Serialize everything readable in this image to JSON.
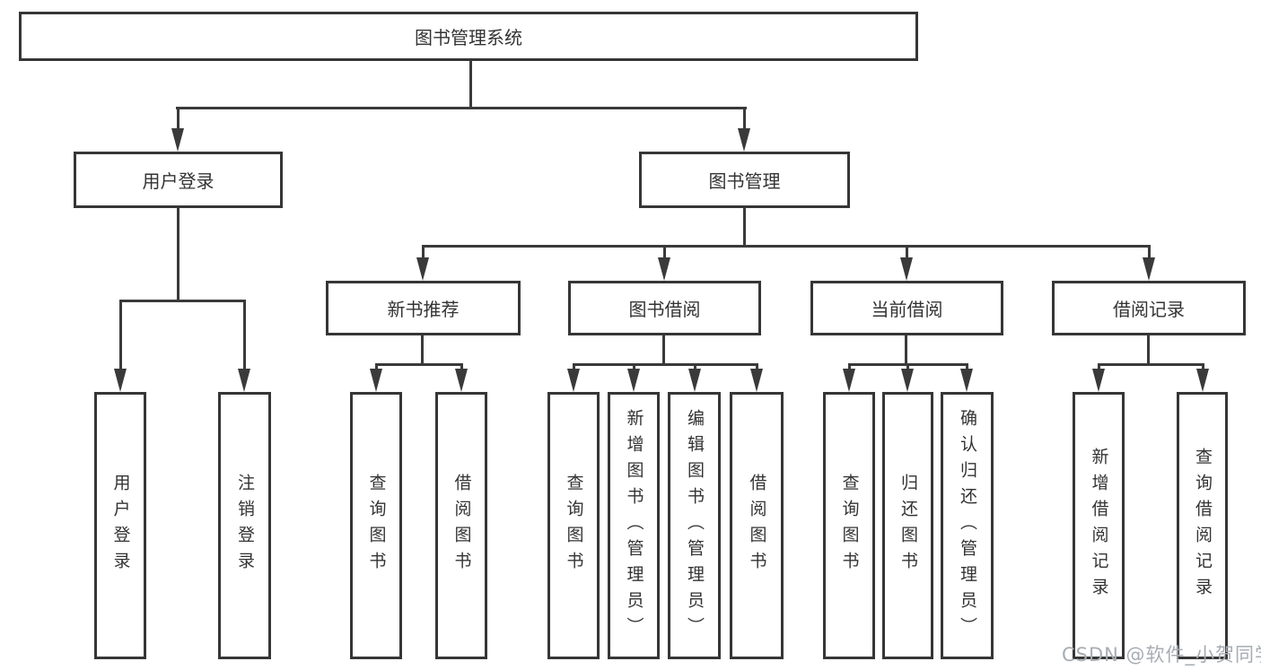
{
  "page": {
    "watermark": "CSDN @软件_小贺同学"
  },
  "colors": {
    "background": "#ffffff",
    "line": "#3a3a3a",
    "box_border": "#363636",
    "text": "#333333",
    "watermark": "#a6adb3"
  },
  "tree": {
    "root": "图书管理系统",
    "branches": [
      {
        "label": "用户登录",
        "children": [
          "用户登录",
          "注销登录"
        ]
      },
      {
        "label": "图书管理",
        "groups": [
          {
            "label": "新书推荐",
            "children": [
              "查询图书",
              "借阅图书"
            ]
          },
          {
            "label": "图书借阅",
            "children": [
              "查询图书",
              "新增图书（管理员）",
              "编辑图书（管理员）",
              "借阅图书"
            ]
          },
          {
            "label": "当前借阅",
            "children": [
              "查询图书",
              "归还图书",
              "确认归还（管理员）"
            ]
          },
          {
            "label": "借阅记录",
            "children": [
              "新增借阅记录",
              "查询借阅记录"
            ]
          }
        ]
      }
    ]
  }
}
